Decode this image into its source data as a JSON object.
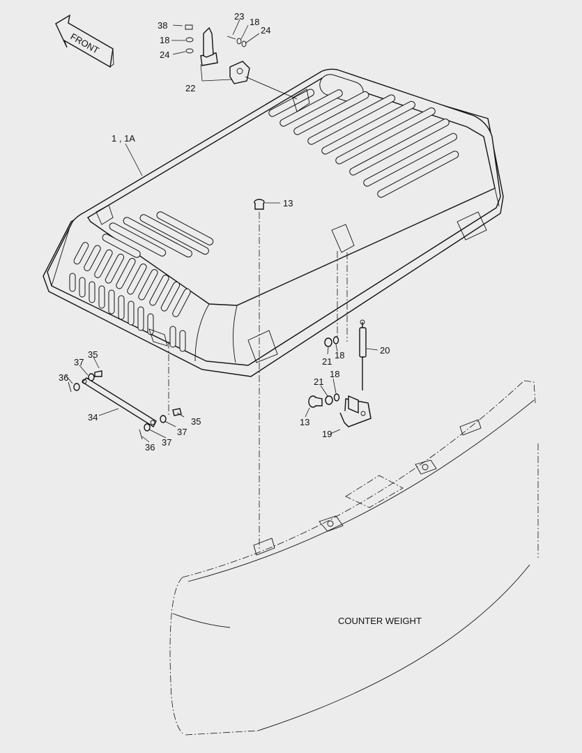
{
  "diagram": {
    "front_arrow": "FRONT",
    "counterweight": "COUNTER WEIGHT",
    "callouts": {
      "c38": "38",
      "c18a": "18",
      "c24a": "24",
      "c23": "23",
      "c18b": "18",
      "c24b": "24",
      "c22": "22",
      "c1": "1 , 1A",
      "c13a": "13",
      "c20": "20",
      "c21a": "21",
      "c18c": "18",
      "c21b": "21",
      "c18d": "18",
      "c13b": "13",
      "c19": "19",
      "c35a": "35",
      "c37a": "37",
      "c36a": "36",
      "c34": "34",
      "c35b": "35",
      "c37b": "37",
      "c36b": "36",
      "c37c": "37"
    }
  }
}
